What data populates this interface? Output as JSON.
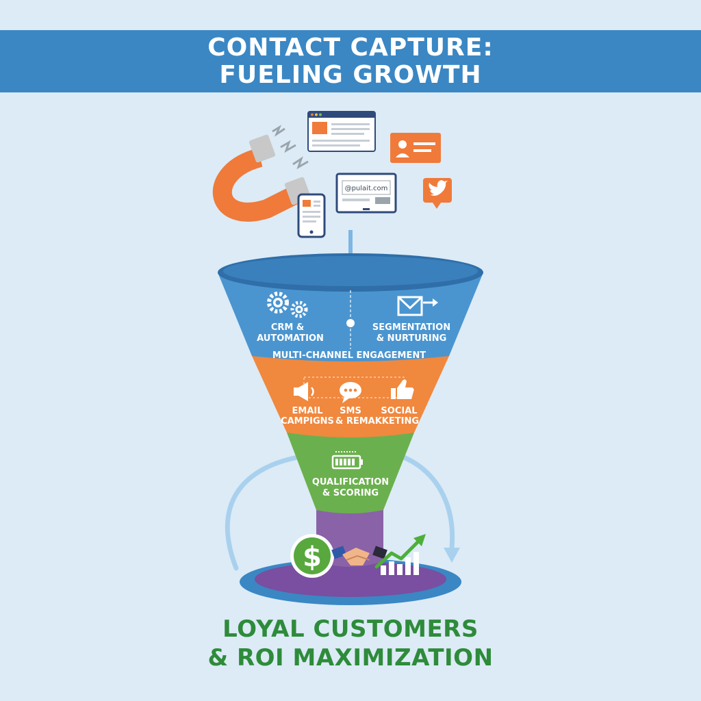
{
  "header": {
    "title_line1": "CONTACT CAPTURE:",
    "title_line2": "FUELING GROWTH"
  },
  "capture": {
    "email_text": "@pulait.com"
  },
  "funnel": {
    "top": {
      "left_line1": "CRM &",
      "left_line2": "AUTOMATION",
      "right_line1": "SEGMENTATION",
      "right_line2": "& NURTURING",
      "band": "MULTI-CHANNEL ENGAGEMENT"
    },
    "middle": {
      "left_line1": "EMAIL",
      "left_line2": "CAMPIGNS",
      "center_line1": "SMS",
      "center_line2": "& REMAKKETING",
      "right_line1": "SOCIAL"
    },
    "bottom": {
      "line1": "QUALIFICATION",
      "line2": "& SCORING"
    }
  },
  "footer": {
    "line1": "LOYAL CUSTOMERS",
    "line2": "& ROI MAXIMIZATION"
  },
  "colors": {
    "banner": "#3a87c4",
    "funnel_blue": "#4a95d0",
    "funnel_orange": "#f0883e",
    "funnel_green": "#6bb04e",
    "funnel_purple": "#8a62a8",
    "footer_green": "#2e8b3a"
  },
  "icons": [
    "magnet-icon",
    "webpage-icon",
    "contact-card-icon",
    "twitter-icon",
    "email-form-icon",
    "smartphone-icon",
    "gears-icon",
    "envelope-send-icon",
    "megaphone-icon",
    "chat-bubble-icon",
    "thumbs-up-icon",
    "battery-score-icon",
    "dollar-coin-icon",
    "handshake-icon",
    "growth-chart-icon"
  ]
}
